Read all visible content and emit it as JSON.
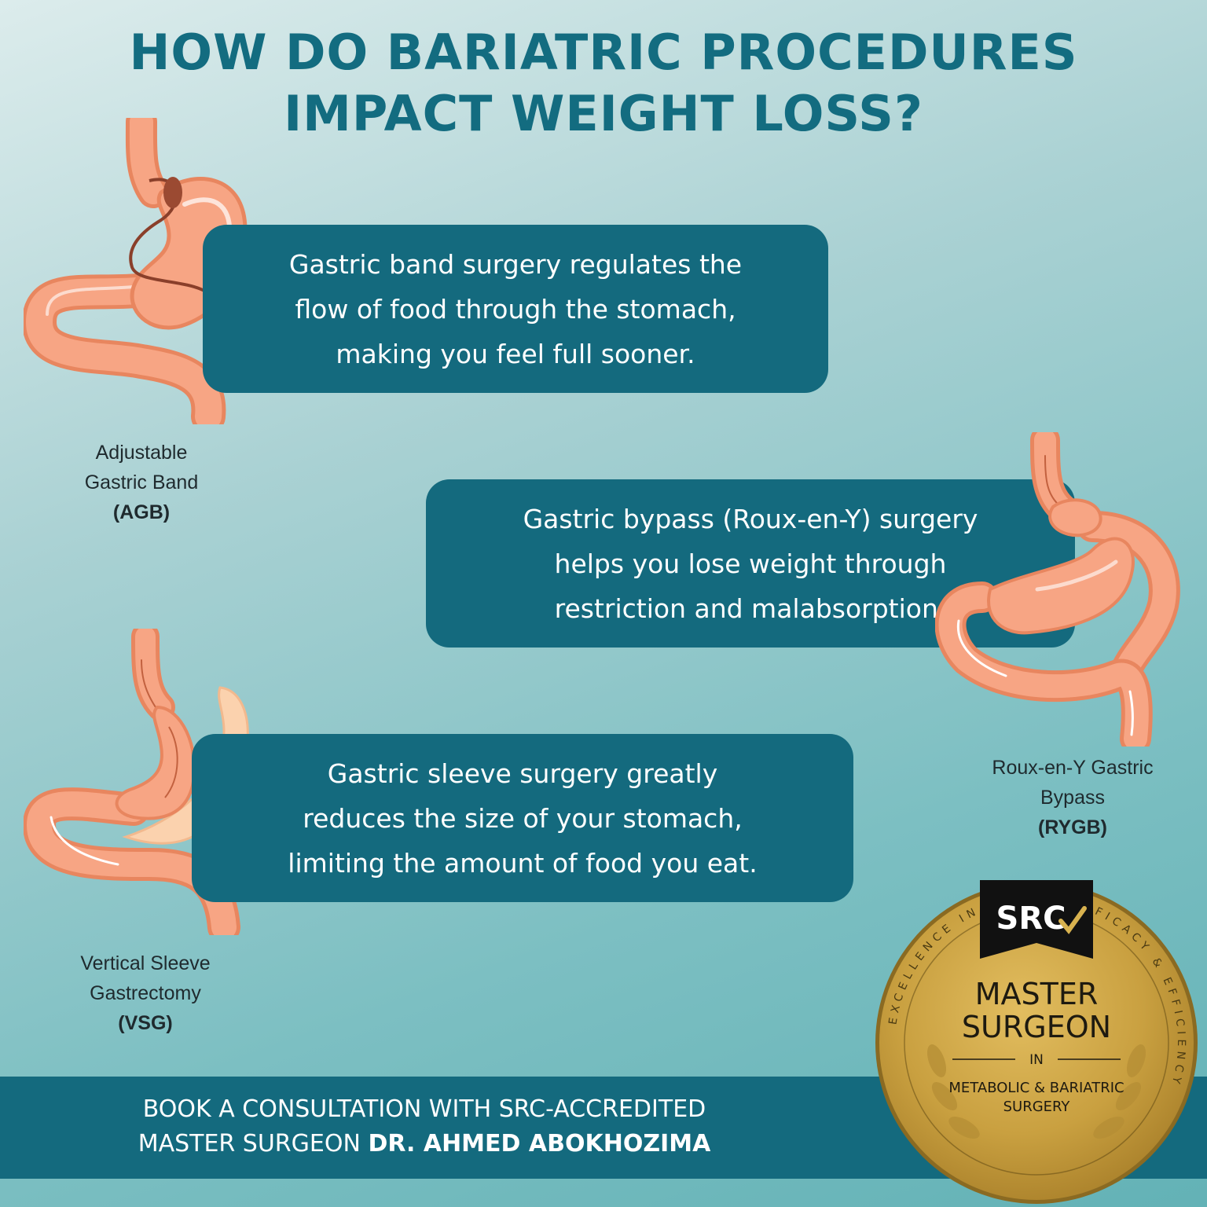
{
  "title": {
    "line1": "HOW DO BARIATRIC PROCEDURES",
    "line2": "IMPACT WEIGHT LOSS?"
  },
  "cards": [
    {
      "lines": [
        "Gastric band surgery regulates the",
        "flow of food through the stomach,",
        "making you feel full sooner."
      ]
    },
    {
      "lines": [
        "Gastric bypass (Roux-en-Y) surgery",
        "helps you lose weight through",
        "restriction and malabsorption."
      ]
    },
    {
      "lines": [
        "Gastric sleeve surgery greatly",
        "reduces the size of your stomach,",
        "limiting the amount of food you eat."
      ]
    }
  ],
  "procedures": [
    {
      "line1": "Adjustable",
      "line2": "Gastric Band",
      "abbr": "(AGB)"
    },
    {
      "line1": "Roux-en-Y Gastric",
      "line2": "Bypass",
      "abbr": "(RYGB)"
    },
    {
      "line1": "Vertical Sleeve",
      "line2": "Gastrectomy",
      "abbr": "(VSG)"
    }
  ],
  "footer": {
    "line1": "BOOK A CONSULTATION WITH SRC-ACCREDITED",
    "line2_prefix": "MASTER SURGEON",
    "line2_name": "DR. AHMED ABOKHOZIMA"
  },
  "badge": {
    "logo": "SRC",
    "title1": "MASTER",
    "title2": "SURGEON",
    "in": "IN",
    "sub1": "METABOLIC & BARIATRIC",
    "sub2": "SURGERY",
    "ring_text": "EXCELLENCE IN SAFETY, EFFICACY & EFFICIENCY"
  },
  "colors": {
    "primary": "#146a7e",
    "title": "#136c80",
    "stomach": "#f6a07e",
    "gold": "#c59a3a"
  }
}
